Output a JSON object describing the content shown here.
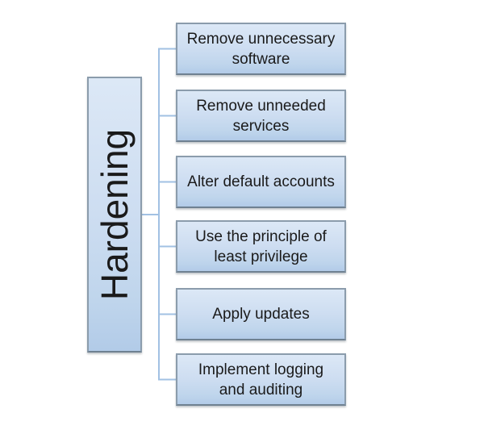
{
  "diagram": {
    "type": "hierarchy-smartart",
    "root": {
      "label": "Hardening"
    },
    "nodes": [
      {
        "label": "Remove unnecessary\nsoftware"
      },
      {
        "label": "Remove unneeded\nservices"
      },
      {
        "label": "Alter default accounts"
      },
      {
        "label": "Use the principle of\nleast privilege"
      },
      {
        "label": "Apply updates"
      },
      {
        "label": "Implement logging\nand auditing"
      }
    ],
    "colors": {
      "node_fill_top": "#dce8f6",
      "node_fill_bottom": "#b2cbe8",
      "node_border": "#8b9cac",
      "connector": "#a2c1e3",
      "text": "#1a1a1a",
      "background": "#ffffff"
    }
  }
}
